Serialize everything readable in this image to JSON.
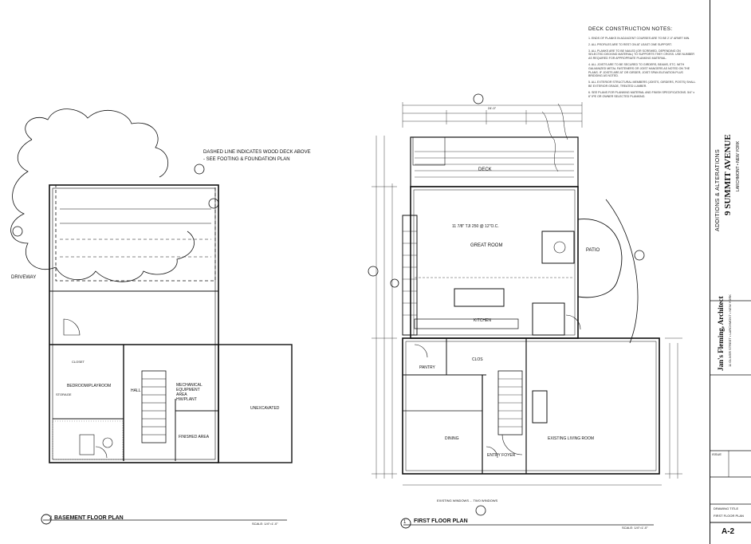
{
  "plans": {
    "basement": {
      "marker": "2",
      "title": "BASEMENT FLOOR PLAN",
      "scale": "SCALE: 1/4\"=1'-0\"",
      "labels": {
        "dashed_note": "DASHED LINE INDICATES WOOD DECK ABOVE",
        "see_plan": "- SEE FOOTING & FOUNDATION PLAN",
        "driveway": "DRIVEWAY",
        "bedroom": "BEDROOM/PLAYROOM",
        "mechanical": "MECHANICAL EQUIPMENT AREA HW/PLANT",
        "hall": "HALL",
        "finished": "FINISHED AREA",
        "unexcavated": "UNEXCAVATED",
        "storage": "STORAGE",
        "closet": "CLOSET"
      }
    },
    "first_floor": {
      "marker": "1",
      "title": "FIRST FLOOR PLAN",
      "scale": "SCALE: 1/4\"=1'-0\"",
      "labels": {
        "deck": "DECK",
        "great_room": "GREAT ROOM",
        "patio": "PATIO",
        "kitchen": "KITCHEN",
        "pantry": "PANTRY",
        "clos": "CLOS",
        "dining": "DINING",
        "entry_foyer": "ENTRY FOYER",
        "living_room": "EXISTING LIVING ROOM",
        "joists": "11 7/8\" TJI 250 @ 12\"O.C.",
        "dim_top": "24'-0\"",
        "windows_note": "EXISTING WINDOWS ... TWO WINDOWS"
      }
    }
  },
  "notes": {
    "heading": "DECK CONSTRUCTION NOTES:",
    "items": [
      "1.  ENDS OF PLANKS IN ADJACENT COURSES ARE TO BE 2'-0\" APART MIN.",
      "2.  ALL PROFILES ARE TO REST ON AT LEAST ONE SUPPORT.",
      "3.  ALL PLANKS ARE TO BE NAILED (OR SCREWED, DEPENDING ON SELECTED DECKING MATERIAL) TO SUPPORTS THEY CROSS. USE NUMBER AS REQUIRED FOR APPROPRIATE PLANKING MATERIAL.",
      "4.  ALL JOISTS ARE TO BE SECURED TO GIRDERS, BEAMS, ETC. WITH GALVANIZED METAL FASTENERS OR JOIST HANGERS AS NOTED ON THE PLANS. IF JOISTS ARE AT OR GIRDER, JOIST SPAN ELEVATION PLUS BRIDGING AS NOTED.",
      "5.  ALL EXTERIOR STRUCTURAL MEMBERS (JOISTS, GIRDERS, POSTS) SHALL BE EXTERIOR GRADE, TREATED LUMBER.",
      "6.  SEE PLANS FOR PLANKING MATERIAL AND FINISH SPECIFICATIONS. 5/4\" x 6\" IPE OR OWNER SELECTED PLANKING."
    ]
  },
  "title_block": {
    "project": "ADDITIONS & ALTERATIONS",
    "address": "9 SUMMIT AVENUE",
    "town": "LARCHMONT • NEW YORK",
    "architect": "Jan's Fleming, Architect",
    "architect_line": "11 OLIVER STREET • LARCHMONT • NEW YORK",
    "sheet_title": "FIRST FLOOR PLAN",
    "sheet_no": "A-2",
    "issue": "ISSUE",
    "drawing_title_box": "DRAWING TITLE"
  }
}
